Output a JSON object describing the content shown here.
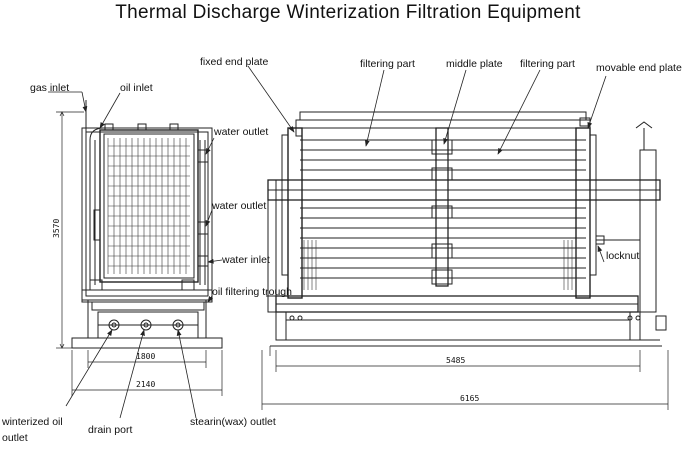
{
  "title": "Thermal Discharge Winterization Filtration Equipment",
  "labels": {
    "gas_inlet": "gas inlet",
    "oil_inlet": "oil inlet",
    "water_outlet_1": "water outlet",
    "water_outlet_2": "water outlet",
    "water_inlet": "water inlet",
    "oil_filtering_trough": "oil filtering trough",
    "fixed_end_plate": "fixed end plate",
    "filtering_part_1": "filtering part",
    "middle_plate": "middle plate",
    "filtering_part_2": "filtering part",
    "movable_end_plate": "movable end plate",
    "locknut": "locknut",
    "winterized_oil_outlet_line1": "winterized oil",
    "winterized_oil_outlet_line2": "outlet",
    "drain_port": "drain port",
    "stearin_outlet": "stearin(wax) outlet"
  },
  "dimensions": {
    "height": "3570",
    "side_inner_width": "1800",
    "side_total_width": "2140",
    "front_inner_length": "5485",
    "front_total_length": "6165"
  },
  "colors": {
    "line": "#222222",
    "background": "#ffffff"
  }
}
